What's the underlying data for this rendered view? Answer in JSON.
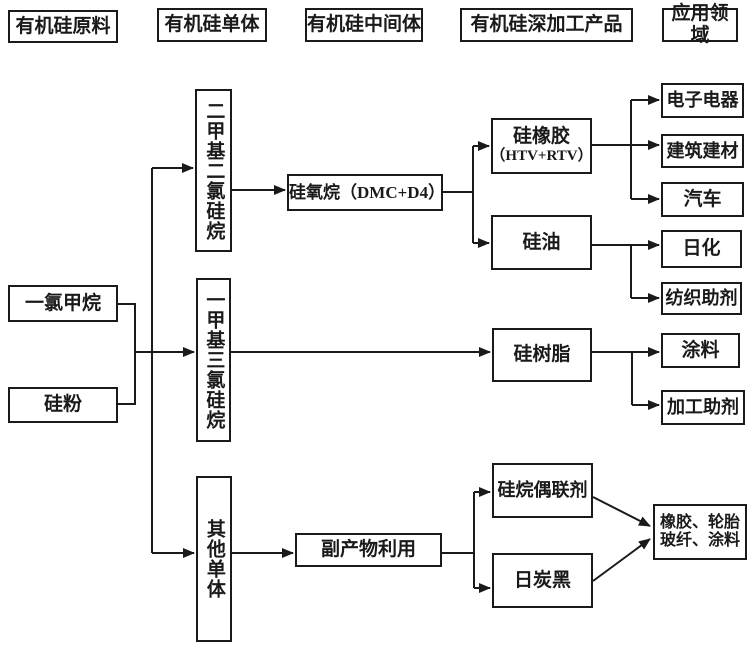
{
  "headers": [
    {
      "label": "有机硅原料"
    },
    {
      "label": "有机硅单体"
    },
    {
      "label": "有机硅中间体"
    },
    {
      "label": "有机硅深加工产品"
    },
    {
      "label": "应用领域"
    }
  ],
  "raw_materials": [
    {
      "label": "一氯甲烷"
    },
    {
      "label": "硅粉"
    }
  ],
  "monomers": [
    {
      "label": "二甲基二氯硅烷"
    },
    {
      "label": "一甲基三氯硅烷"
    },
    {
      "label": "其他单体"
    }
  ],
  "intermediates": [
    {
      "label": "硅氧烷（DMC+D4）"
    },
    {
      "label": "副产物利用"
    }
  ],
  "products": [
    {
      "label": "硅橡胶",
      "label2": "（HTV+RTV）"
    },
    {
      "label": "硅油"
    },
    {
      "label": "硅树脂"
    },
    {
      "label": "硅烷偶联剂"
    },
    {
      "label": "日炭黑"
    }
  ],
  "applications": [
    {
      "label": "电子电器"
    },
    {
      "label": "建筑建材"
    },
    {
      "label": "汽车"
    },
    {
      "label": "日化"
    },
    {
      "label": "纺织助剂"
    },
    {
      "label": "涂料"
    },
    {
      "label": "加工助剂"
    },
    {
      "label": "橡胶、轮胎",
      "label2": "玻纤、涂料"
    }
  ],
  "colors": {
    "line": "#1a1a1a",
    "box_border": "#1a1a1a",
    "background": "#ffffff",
    "text": "#1a1a1a"
  }
}
